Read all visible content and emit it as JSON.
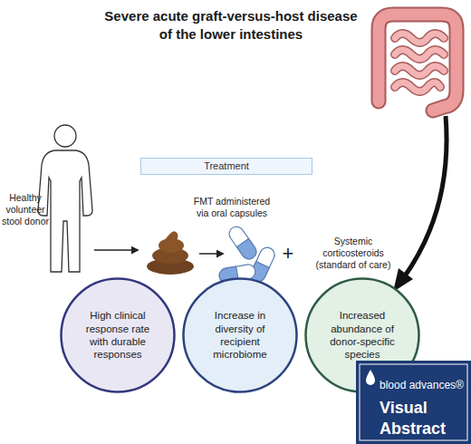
{
  "diagram": {
    "title": "Severe acute graft-versus-host disease of the lower intestines",
    "nodes": [
      {
        "text": [
          "Treatment"
        ]
      },
      {
        "text": [
          "High clinical response rate with durable responses"
        ]
      },
      {
        "text": [
          "Increase in diversity of recipient microbiome"
        ]
      },
      {
        "text": [
          "Increased abundance of donor-specific species"
        ]
      },
      {
        "text": [
          "blood advances®",
          "Visual Abstract"
        ]
      }
    ],
    "labels": [
      "Healthy volunteer stool donor",
      "FMT administered via oral capsules",
      "+",
      "Systemic corticosteroids (standard of care)"
    ]
  }
}
